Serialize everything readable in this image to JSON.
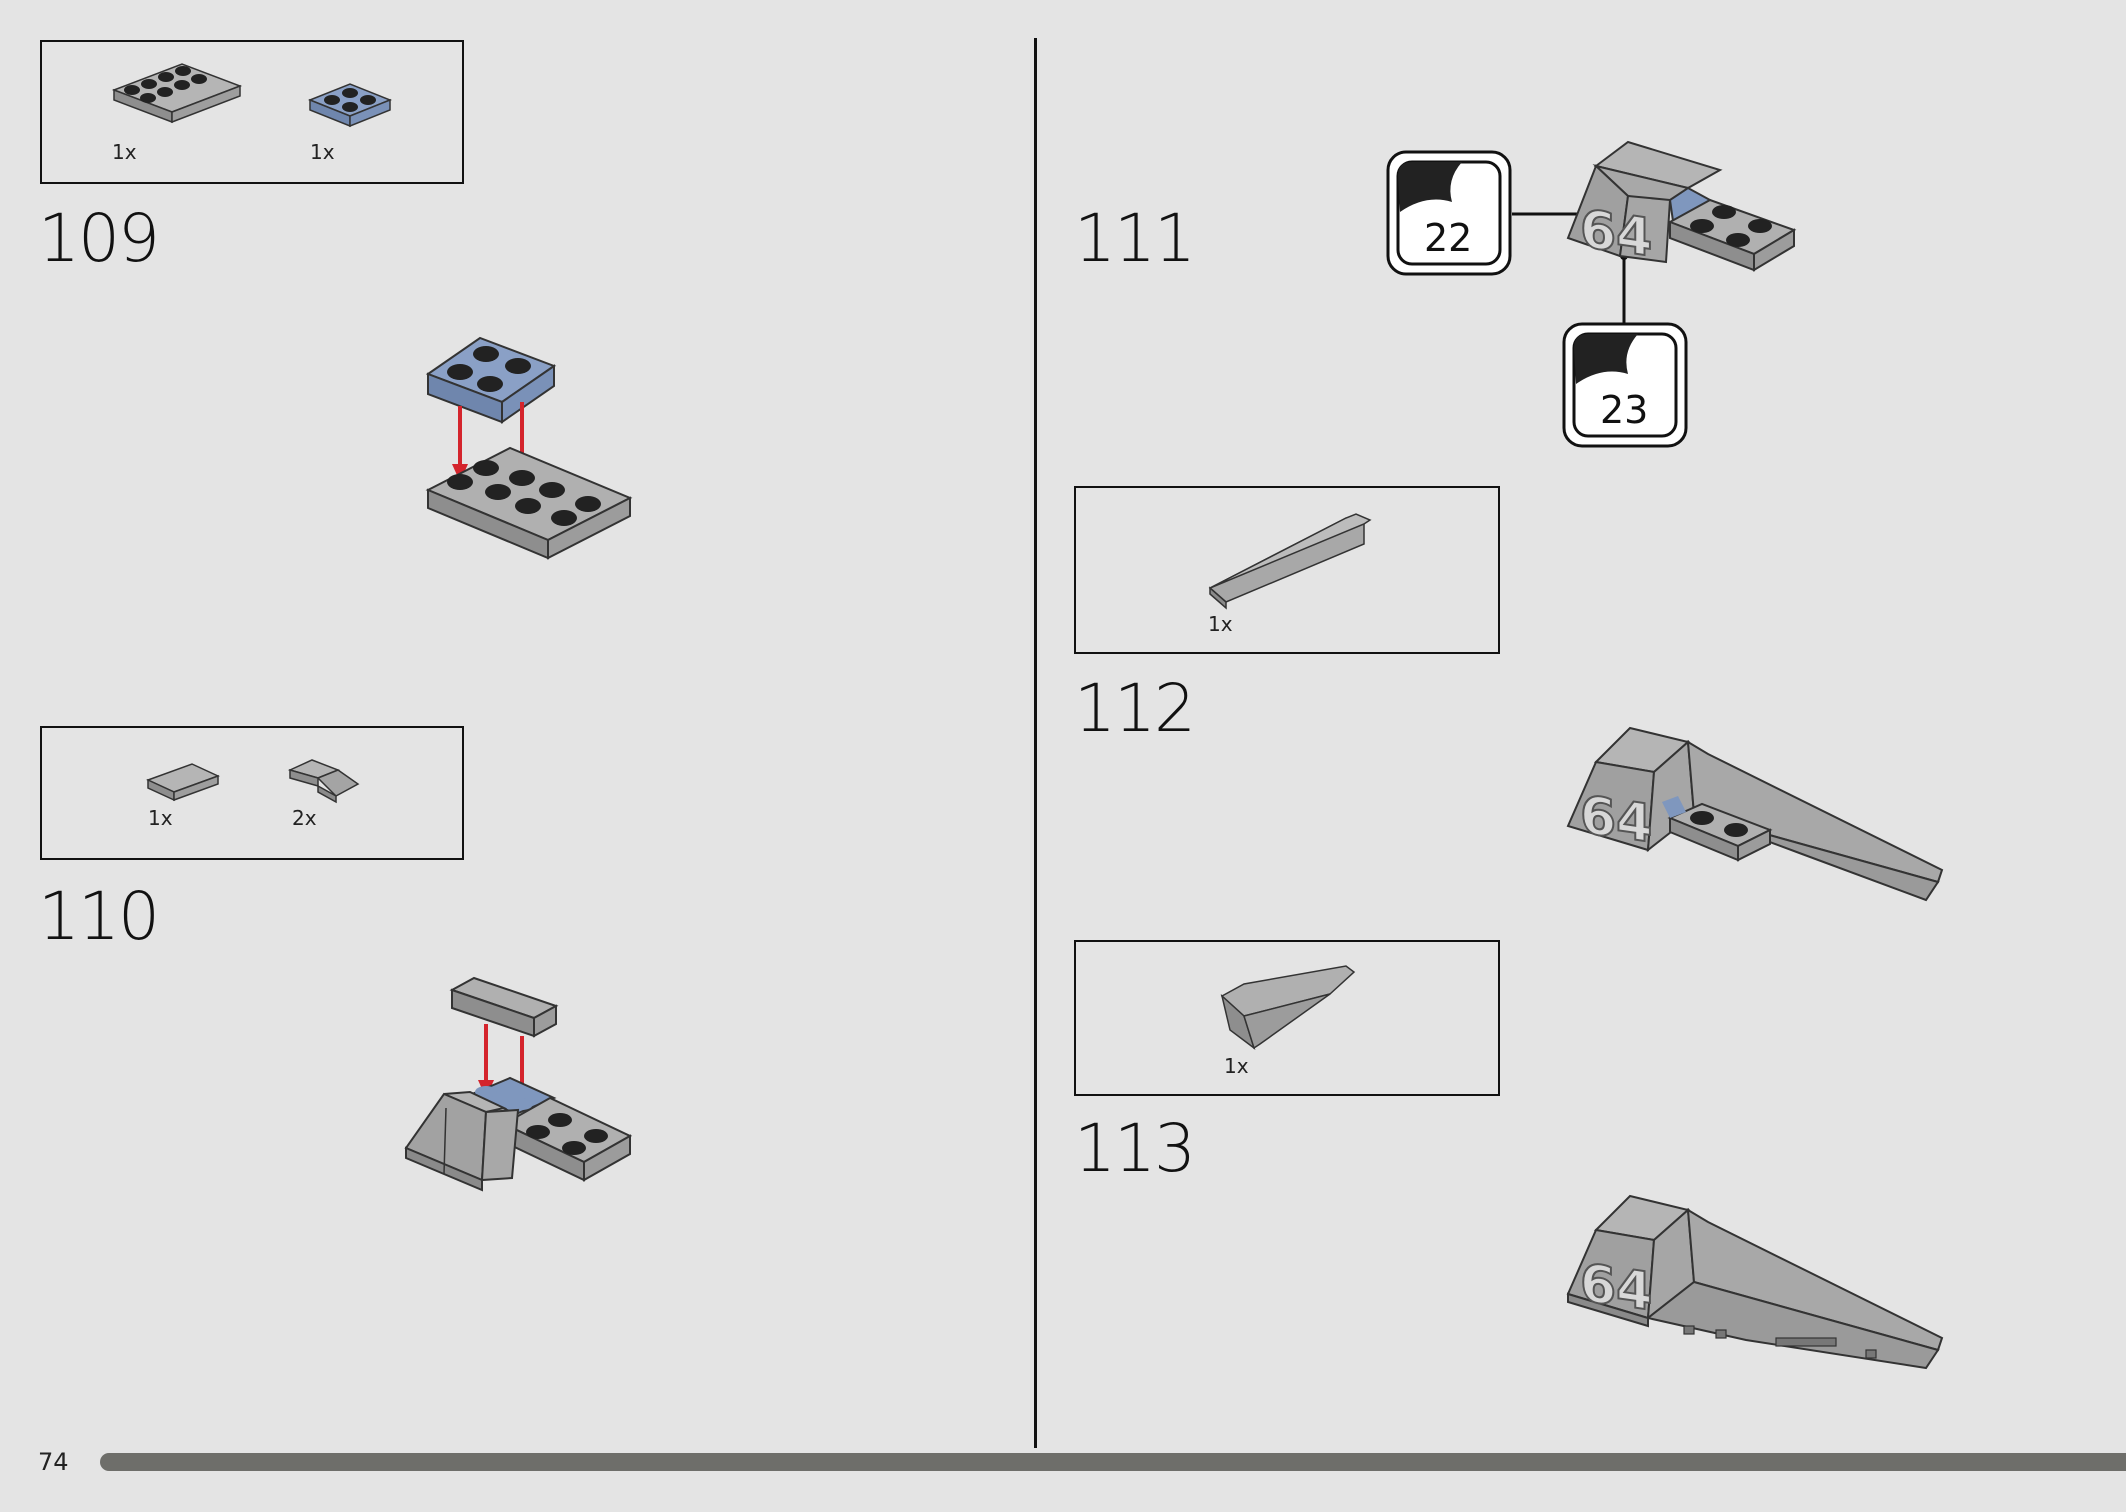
{
  "page": {
    "number": "74",
    "progress_fraction": 1.0
  },
  "colors": {
    "background": "#e4e4e4",
    "part_gray": "#a8a8a8",
    "part_blue": "#7f97be",
    "arrow_red": "#d4242c",
    "progress_bar": "#6e6e6a"
  },
  "steps": [
    {
      "number": "109",
      "parts": [
        {
          "qty": "1x",
          "icon": "gray-plate-2x4-icon"
        },
        {
          "qty": "1x",
          "icon": "blue-plate-2x2-icon"
        }
      ]
    },
    {
      "number": "110",
      "parts": [
        {
          "qty": "1x",
          "icon": "gray-tile-1x2-icon"
        },
        {
          "qty": "2x",
          "icon": "gray-slope-icon"
        }
      ]
    },
    {
      "number": "111",
      "stickers": [
        {
          "number": "22"
        },
        {
          "number": "23"
        }
      ],
      "decal_digits": "64"
    },
    {
      "number": "112",
      "parts": [
        {
          "qty": "1x",
          "icon": "gray-wedge-slope-icon"
        }
      ],
      "decal_digits": "64"
    },
    {
      "number": "113",
      "parts": [
        {
          "qty": "1x",
          "icon": "gray-wedge-plate-icon"
        }
      ],
      "decal_digits": "64"
    }
  ]
}
